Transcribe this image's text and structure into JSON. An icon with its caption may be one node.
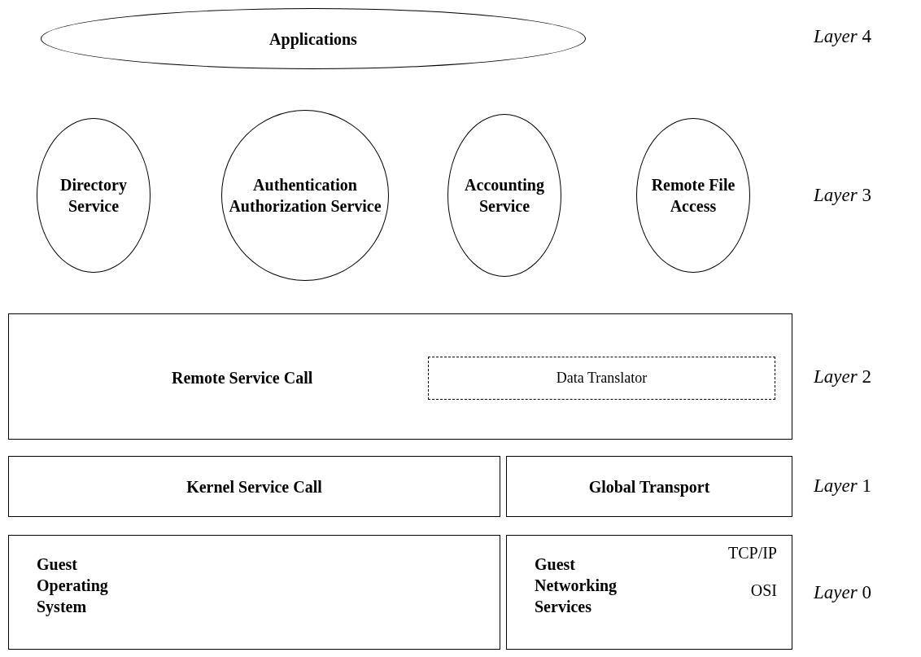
{
  "diagram": {
    "nodes": [
      {
        "text": [
          "Applications"
        ]
      },
      {
        "text": [
          "Directory Service"
        ]
      },
      {
        "text": [
          "Authentication Authorization Service"
        ]
      },
      {
        "text": [
          "Accounting Service"
        ]
      },
      {
        "text": [
          "Remote File Access"
        ]
      },
      {
        "text": [
          "Remote Service Call"
        ]
      },
      {
        "text": [
          "Data Translator"
        ],
        "in": 5
      },
      {
        "text": [
          "Kernel Service Call"
        ]
      },
      {
        "text": [
          "Global Transport"
        ]
      },
      {
        "text": [
          "Guest Operating System"
        ]
      },
      {
        "text": [
          "Guest Networking Services",
          "TCP/IP",
          "OSI"
        ]
      }
    ],
    "labels": [
      "*Layer* 4",
      "*Layer* 3",
      "*Layer* 2",
      "*Layer* 1",
      "*Layer* 0"
    ]
  }
}
